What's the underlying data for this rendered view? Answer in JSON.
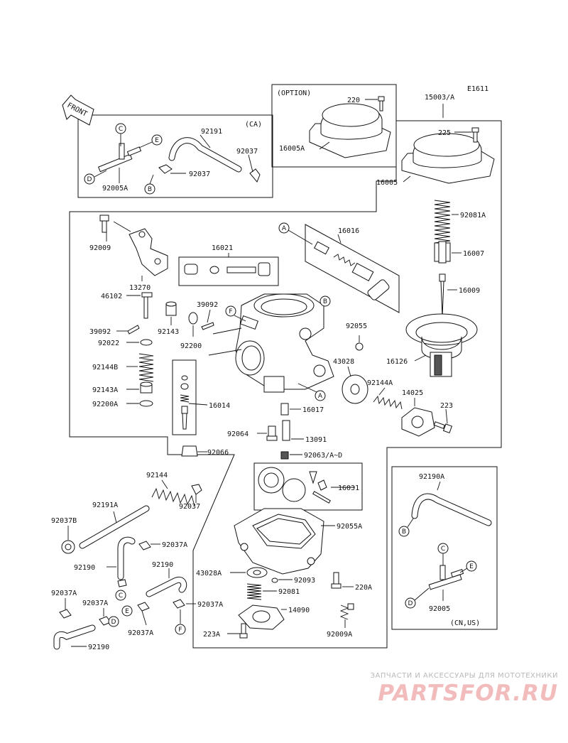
{
  "diagram_code": "E1611",
  "front_label": "FRONT",
  "box_labels": {
    "ca": "(CA)",
    "option": "(OPTION)",
    "cn_us": "(CN,US)"
  },
  "parts": {
    "p92191": "92191",
    "p92037_ca": "92037",
    "p92037_ca2": "92037",
    "p92005A": "92005A",
    "p220": "220",
    "p16005A": "16005A",
    "p15003": "15003/A",
    "p225": "225",
    "p16005": "16005",
    "p92081A": "92081A",
    "p16007": "16007",
    "p16009": "16009",
    "p16126": "16126",
    "p92009": "92009",
    "p16021": "16021",
    "p16016": "16016",
    "p13270": "13270",
    "p46102": "46102",
    "p39092a": "39092",
    "p39092b": "39092",
    "p92143": "92143",
    "p92200": "92200",
    "p92022": "92022",
    "p92055": "92055",
    "p92144B": "92144B",
    "p43028": "43028",
    "p92144A": "92144A",
    "p14025": "14025",
    "p92143A": "92143A",
    "p92200A": "92200A",
    "p16014": "16014",
    "p16017": "16017",
    "p223": "223",
    "p92064": "92064",
    "p13091": "13091",
    "p92066": "92066",
    "p92063": "92063/A~D",
    "p16031": "16031",
    "p92190A": "92190A",
    "p92144": "92144",
    "p92037_mid": "92037",
    "p92191A": "92191A",
    "p92037B": "92037B",
    "p92055A": "92055A",
    "p92037A_1": "92037A",
    "p92190_1": "92190",
    "p92190_2": "92190",
    "p43028A": "43028A",
    "p92093": "92093",
    "p220A": "220A",
    "p92081": "92081",
    "p92037A_2": "92037A",
    "p92037A_3": "92037A",
    "p92037A_4": "92037A",
    "p92037A_5": "92037A",
    "p14090": "14090",
    "p223A": "223A",
    "p92009A": "92009A",
    "p92190_3": "92190",
    "p92005": "92005"
  },
  "connectors": {
    "A": "A",
    "B": "B",
    "C": "C",
    "D": "D",
    "E": "E",
    "F": "F"
  },
  "watermark": {
    "top": "ЗАПЧАСТИ И АКСЕССУАРЫ ДЛЯ МОТОТЕХНИКИ",
    "logo": "PARTSFOR.RU"
  }
}
